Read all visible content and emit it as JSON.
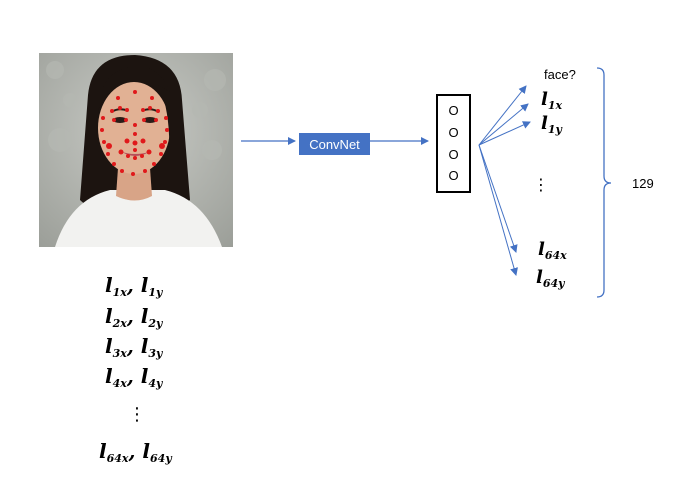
{
  "input": {
    "landmarks_list": [
      {
        "a": "l",
        "a_sub": "1x",
        "b": "l",
        "b_sub": "1y"
      },
      {
        "a": "l",
        "a_sub": "2x",
        "b": "l",
        "b_sub": "2y"
      },
      {
        "a": "l",
        "a_sub": "3x",
        "b": "l",
        "b_sub": "3y"
      },
      {
        "a": "l",
        "a_sub": "4x",
        "b": "l",
        "b_sub": "4y"
      },
      {
        "a": "l",
        "a_sub": "64x",
        "b": "l",
        "b_sub": "64y"
      }
    ],
    "ellipsis": "⋮"
  },
  "convnet_label": "ConvNet",
  "vector_glyphs": [
    "O",
    "O",
    "O",
    "O"
  ],
  "output": {
    "face_label": "face?",
    "items": [
      {
        "base": "l",
        "sub": "1x"
      },
      {
        "base": "l",
        "sub": "1y"
      },
      {
        "base": "l",
        "sub": "64x"
      },
      {
        "base": "l",
        "sub": "64y"
      }
    ],
    "ellipsis": "⋮",
    "count_label": "129"
  },
  "colors": {
    "arrow": "#4472c4",
    "convnet_fill": "#4472c4",
    "convnet_text": "#ffffff",
    "landmark_dot": "#e0191b"
  }
}
